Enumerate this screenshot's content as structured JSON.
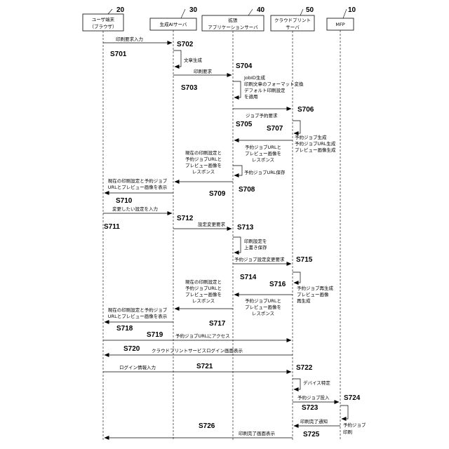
{
  "participants": [
    {
      "id": "terminal",
      "number": "20",
      "lines": [
        "ユーザ端末",
        "（ブラウザ）"
      ]
    },
    {
      "id": "ai",
      "number": "30",
      "lines": [
        "生成AIサーバ"
      ]
    },
    {
      "id": "ext",
      "number": "40",
      "lines": [
        "拡張",
        "アプリケーションサーバ"
      ]
    },
    {
      "id": "cloud",
      "number": "50",
      "lines": [
        "クラウドプリント",
        "サーバ"
      ]
    },
    {
      "id": "mfp",
      "number": "10",
      "lines": [
        "MFP"
      ]
    }
  ],
  "steps": [
    "S701",
    "S702",
    "S703",
    "S704",
    "S705",
    "S706",
    "S707",
    "S708",
    "S709",
    "S710",
    "S711",
    "S712",
    "S713",
    "S714",
    "S715",
    "S716",
    "S717",
    "S718",
    "S719",
    "S720",
    "S721",
    "S722",
    "S723",
    "S724",
    "S725",
    "S726"
  ],
  "messages": [
    {
      "from": "terminal",
      "to": "ai",
      "lines": [
        "印刷要求入力"
      ]
    },
    {
      "from": "ai",
      "to": "ext",
      "lines": [
        "印刷要求"
      ]
    },
    {
      "from": "ext",
      "to": "cloud",
      "lines": [
        "ジョブ予約要求"
      ]
    },
    {
      "from": "cloud",
      "to": "ext",
      "lines": [
        "予約ジョブURLと",
        "プレビュー画像を",
        "レスポンス"
      ]
    },
    {
      "from": "ext",
      "to": "ai",
      "lines": [
        "現在の印刷設定と",
        "予約ジョブURLと",
        "プレビュー画像を",
        "レスポンス"
      ]
    },
    {
      "from": "ai",
      "to": "terminal",
      "lines": [
        "現在の印刷設定と予約ジョブ",
        "URLとプレビュー画像を表示"
      ]
    },
    {
      "from": "terminal",
      "to": "ai",
      "lines": [
        "変更したい設定を入力"
      ]
    },
    {
      "from": "ai",
      "to": "ext",
      "lines": [
        "設定変更要求"
      ]
    },
    {
      "from": "ext",
      "to": "cloud",
      "lines": [
        "予約ジョブ設定変更要求"
      ]
    },
    {
      "from": "cloud",
      "to": "ext",
      "lines": [
        "予約ジョブURLと",
        "プレビュー画像を",
        "レスポンス"
      ]
    },
    {
      "from": "ext",
      "to": "ai",
      "lines": [
        "現在の印刷設定と",
        "予約ジョブURLと",
        "プレビュー画像を",
        "レスポンス"
      ]
    },
    {
      "from": "ai",
      "to": "terminal",
      "lines": [
        "現在の印刷設定と予約ジョブ",
        "URLとプレビュー画像を表示"
      ]
    },
    {
      "from": "terminal",
      "to": "cloud",
      "lines": [
        "予約ジョブURLにアクセス"
      ]
    },
    {
      "from": "cloud",
      "to": "terminal",
      "lines": [
        "クラウドプリントサービスログイン画面表示"
      ]
    },
    {
      "from": "terminal",
      "to": "cloud",
      "lines": [
        "ログイン情報入力"
      ]
    },
    {
      "from": "cloud",
      "to": "mfp",
      "lines": [
        "予約ジョブ投入"
      ]
    },
    {
      "from": "mfp",
      "to": "cloud",
      "lines": [
        "印刷完了通知"
      ]
    },
    {
      "from": "cloud",
      "to": "terminal",
      "lines": [
        "印刷完了画面表示"
      ]
    }
  ],
  "self_actions": [
    {
      "on": "ai",
      "lines": [
        "文章生成"
      ]
    },
    {
      "on": "ext",
      "lines": [
        "JobID生成",
        "印刷文章のフォーマット変換",
        "デフォルト印刷設定",
        "を適用"
      ]
    },
    {
      "on": "cloud",
      "lines": [
        "予約ジョブ生成",
        "予約ジョブURL生成",
        "プレビュー画像生成"
      ]
    },
    {
      "on": "ext",
      "lines": [
        "予約ジョブURL保存"
      ]
    },
    {
      "on": "ext",
      "lines": [
        "印刷設定を",
        "上書き保存"
      ]
    },
    {
      "on": "cloud",
      "lines": [
        "予約ジョブ再生成",
        "プレビュー画像",
        "再生成"
      ]
    },
    {
      "on": "cloud",
      "lines": [
        "デバイス特定"
      ]
    },
    {
      "on": "mfp",
      "lines": [
        "予約ジョブ",
        "印刷"
      ]
    }
  ]
}
